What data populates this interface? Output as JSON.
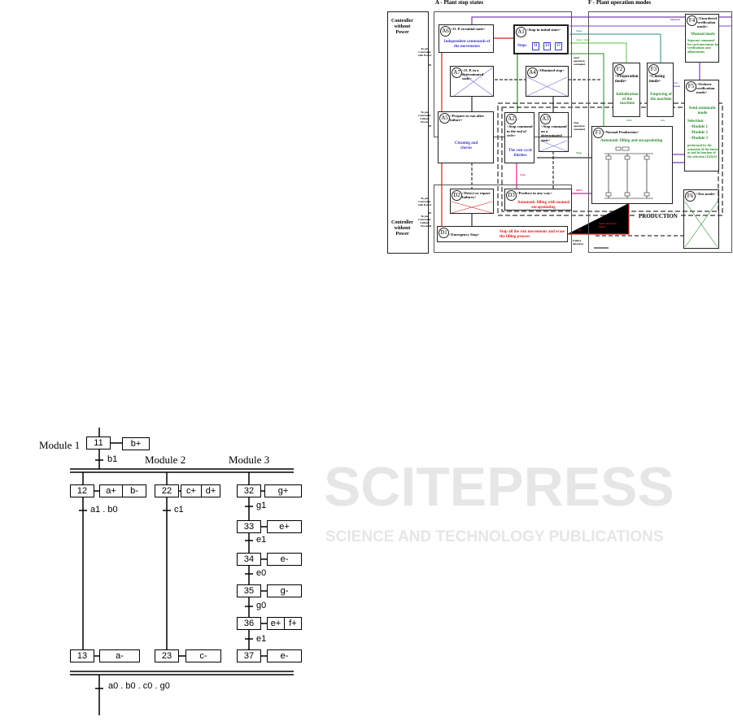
{
  "watermark": {
    "main": "SCITEPRESS",
    "sub": "SCIENCE AND TECHNOLOGY PUBLICATIONS"
  },
  "gemma": {
    "section_a": "A - Plant stop states",
    "section_f": "F - Plant operation modes",
    "controller_without_power": "Controller without Power",
    "side_labels": {
      "to_put_with_power": "To put Controller with Power",
      "to_put_without_power": "To put Controller without Power",
      "to_put_with_power_2": "To put Controller with Power",
      "to_put_without_power_2": "To put Controller without Power"
    },
    "A6": {
      "id": "A6",
      "title": "<O. P. in initial state>",
      "desc": "Independent commands of the movements"
    },
    "A1": {
      "id": "A1",
      "title": "<Stop in initial state>",
      "steps_label": "Steps",
      "steps": [
        "11",
        "23",
        "37"
      ]
    },
    "A7": {
      "id": "A7",
      "title": "<O. P. in a determinated state>"
    },
    "A4": {
      "id": "A4",
      "title": "<Obtained stop>"
    },
    "A5": {
      "id": "A5",
      "title": "<Prepare to run after failure>",
      "desc": "Cleaning and checks"
    },
    "A2": {
      "id": "A2",
      "title": "<Stop command in the end of cicle>",
      "desc": "The run cycle finishes"
    },
    "A3": {
      "id": "A3",
      "title": "<Stop command on a determinated state>"
    },
    "D2": {
      "id": "D2",
      "title": "<Detect or repare failures>"
    },
    "D3": {
      "id": "D3",
      "title": "<Produce in any way>",
      "desc": "Automatic filling with manual encapsulating"
    },
    "D1": {
      "id": "D1",
      "title": "<Emergency Stop>",
      "desc": "Stop all the run movements and erase the filling process"
    },
    "F1": {
      "id": "F1",
      "title": "<Normal Production>",
      "desc": "Automatic filling and encapsulating"
    },
    "F2": {
      "id": "F2",
      "title": "<Preparation mode>",
      "desc": "Initialization of the machine"
    },
    "F3": {
      "id": "F3",
      "title": "<Closing mode>",
      "desc": "Emptying of the machine"
    },
    "F4": {
      "id": "F4",
      "title": "<Unordered verification mode>",
      "subtitle": "Manual mode",
      "desc": "Separate command for each movement for verifications and adjustments"
    },
    "F5": {
      "id": "F5",
      "title": "<Orderer verification mode>",
      "subtitle": "Semi-automatic mode",
      "selection": "Selection:",
      "modules": [
        "- Module 1",
        "- Module 2",
        "- Module 3"
      ],
      "desc": "performed by the actuation of the button m and in function of the selection (1)(2)(3)"
    },
    "F6": {
      "id": "F6",
      "title": "<Test mode>"
    },
    "production": "PRODUCTION",
    "arrow_labels": {
      "stop": "Stop",
      "auto_start": "Auto. Start",
      "start_op": "Start operation command",
      "stop_op": "Stop operation command",
      "stop2": "Stop",
      "stop3": "Stop",
      "manual": "Manual",
      "semi": "S/S mode",
      "cfs": "CFS",
      "aa": "AA",
      "au": "AU",
      "after_all": "After all of the states",
      "failure": "Failure detection",
      "mpp": "MPP"
    }
  },
  "grafcet": {
    "module_labels": [
      "Module 1",
      "Module 2",
      "Module 3"
    ],
    "initial": {
      "step": "11",
      "action": "b+",
      "transition": "b1"
    },
    "col1": {
      "steps": [
        "12",
        "13"
      ],
      "actions": [
        "a+",
        "b-",
        "a-"
      ],
      "transition": "a1 . b0"
    },
    "col2": {
      "steps": [
        "22",
        "23"
      ],
      "actions": [
        "c+",
        "d+",
        "c-"
      ],
      "transition": "c1"
    },
    "col3": {
      "steps": [
        "32",
        "33",
        "34",
        "35",
        "36",
        "37"
      ],
      "actions": [
        "g+",
        "e+",
        "e-",
        "g-",
        "e+",
        "f+",
        "e-"
      ],
      "transitions": [
        "g1",
        "e1",
        "e0",
        "g0",
        "e1"
      ]
    },
    "final_transition": "a0 . b0 . c0 . g0"
  }
}
